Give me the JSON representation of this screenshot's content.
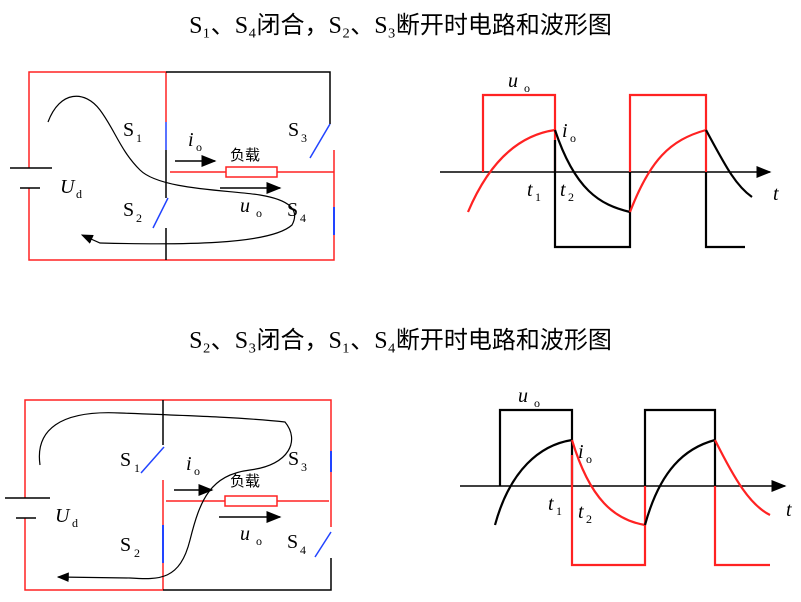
{
  "panels": [
    {
      "title": "S₁、S₄闭合，S₂、S₃断开时电路和波形图"
    },
    {
      "title": "S₂、S₃闭合，S₁、S₄断开时电路和波形图"
    }
  ],
  "labels": {
    "s1": "S",
    "s2": "S",
    "s3": "S",
    "s4": "S",
    "n1": "1",
    "n2": "2",
    "n3": "3",
    "n4": "4",
    "ud": "U",
    "d": "d",
    "io": "i",
    "o": "o",
    "uo": "u",
    "load": "负载",
    "t": "t",
    "t1": "t",
    "t2": "t",
    "one": "1",
    "two": "2"
  },
  "colors": {
    "red": "#ff2020",
    "blue": "#2040ff",
    "black": "#000000"
  }
}
